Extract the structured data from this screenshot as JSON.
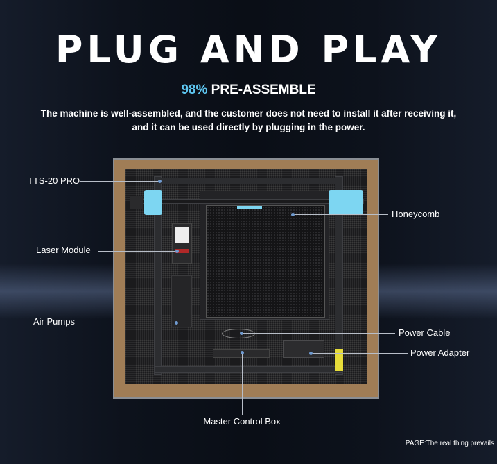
{
  "header": {
    "title": "PLUG AND PLAY",
    "highlight": "98%",
    "subtitle": "PRE-ASSEMBLE",
    "description_line1": "The machine is well-assembled, and the customer does not need to install it after receiving it,",
    "description_line2": "and it can be used directly by plugging in the power."
  },
  "callouts": {
    "tts": "TTS-20 PRO",
    "laser": "Laser Module",
    "air": "Air Pumps",
    "honeycomb": "Honeycomb",
    "cable": "Power Cable",
    "adapter": "Power Adapter",
    "control": "Master Control Box"
  },
  "footer": "PAGE:The real thing prevails",
  "colors": {
    "accent": "#5ec6f0",
    "box": "#a07d56",
    "carriage": "#7dd6f2"
  }
}
